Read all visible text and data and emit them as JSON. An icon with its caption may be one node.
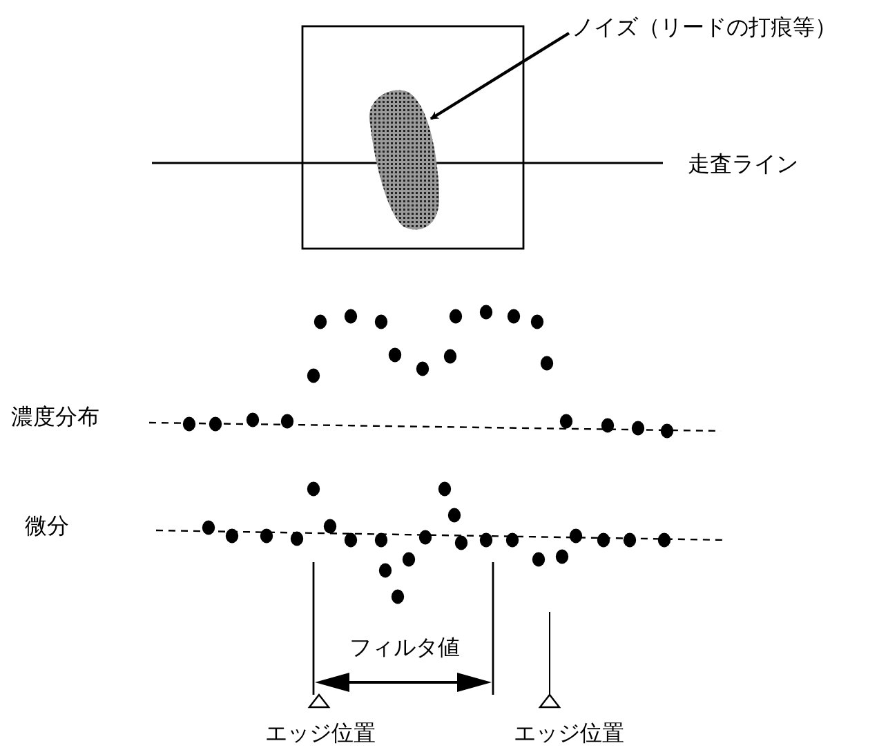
{
  "diagram": {
    "nodes": [
      {
        "text": [
          "ノイズ（リードの打痕等）"
        ]
      },
      {
        "text": [],
        "shape": "ellipse"
      }
    ],
    "edges": [
      {
        "from": 0,
        "to": 1,
        "arrow": "to"
      }
    ],
    "labels": [
      "走査ライン",
      "濃度分布",
      "微分",
      "フィルタ値",
      "エッジ位置",
      "エッジ位置"
    ]
  }
}
